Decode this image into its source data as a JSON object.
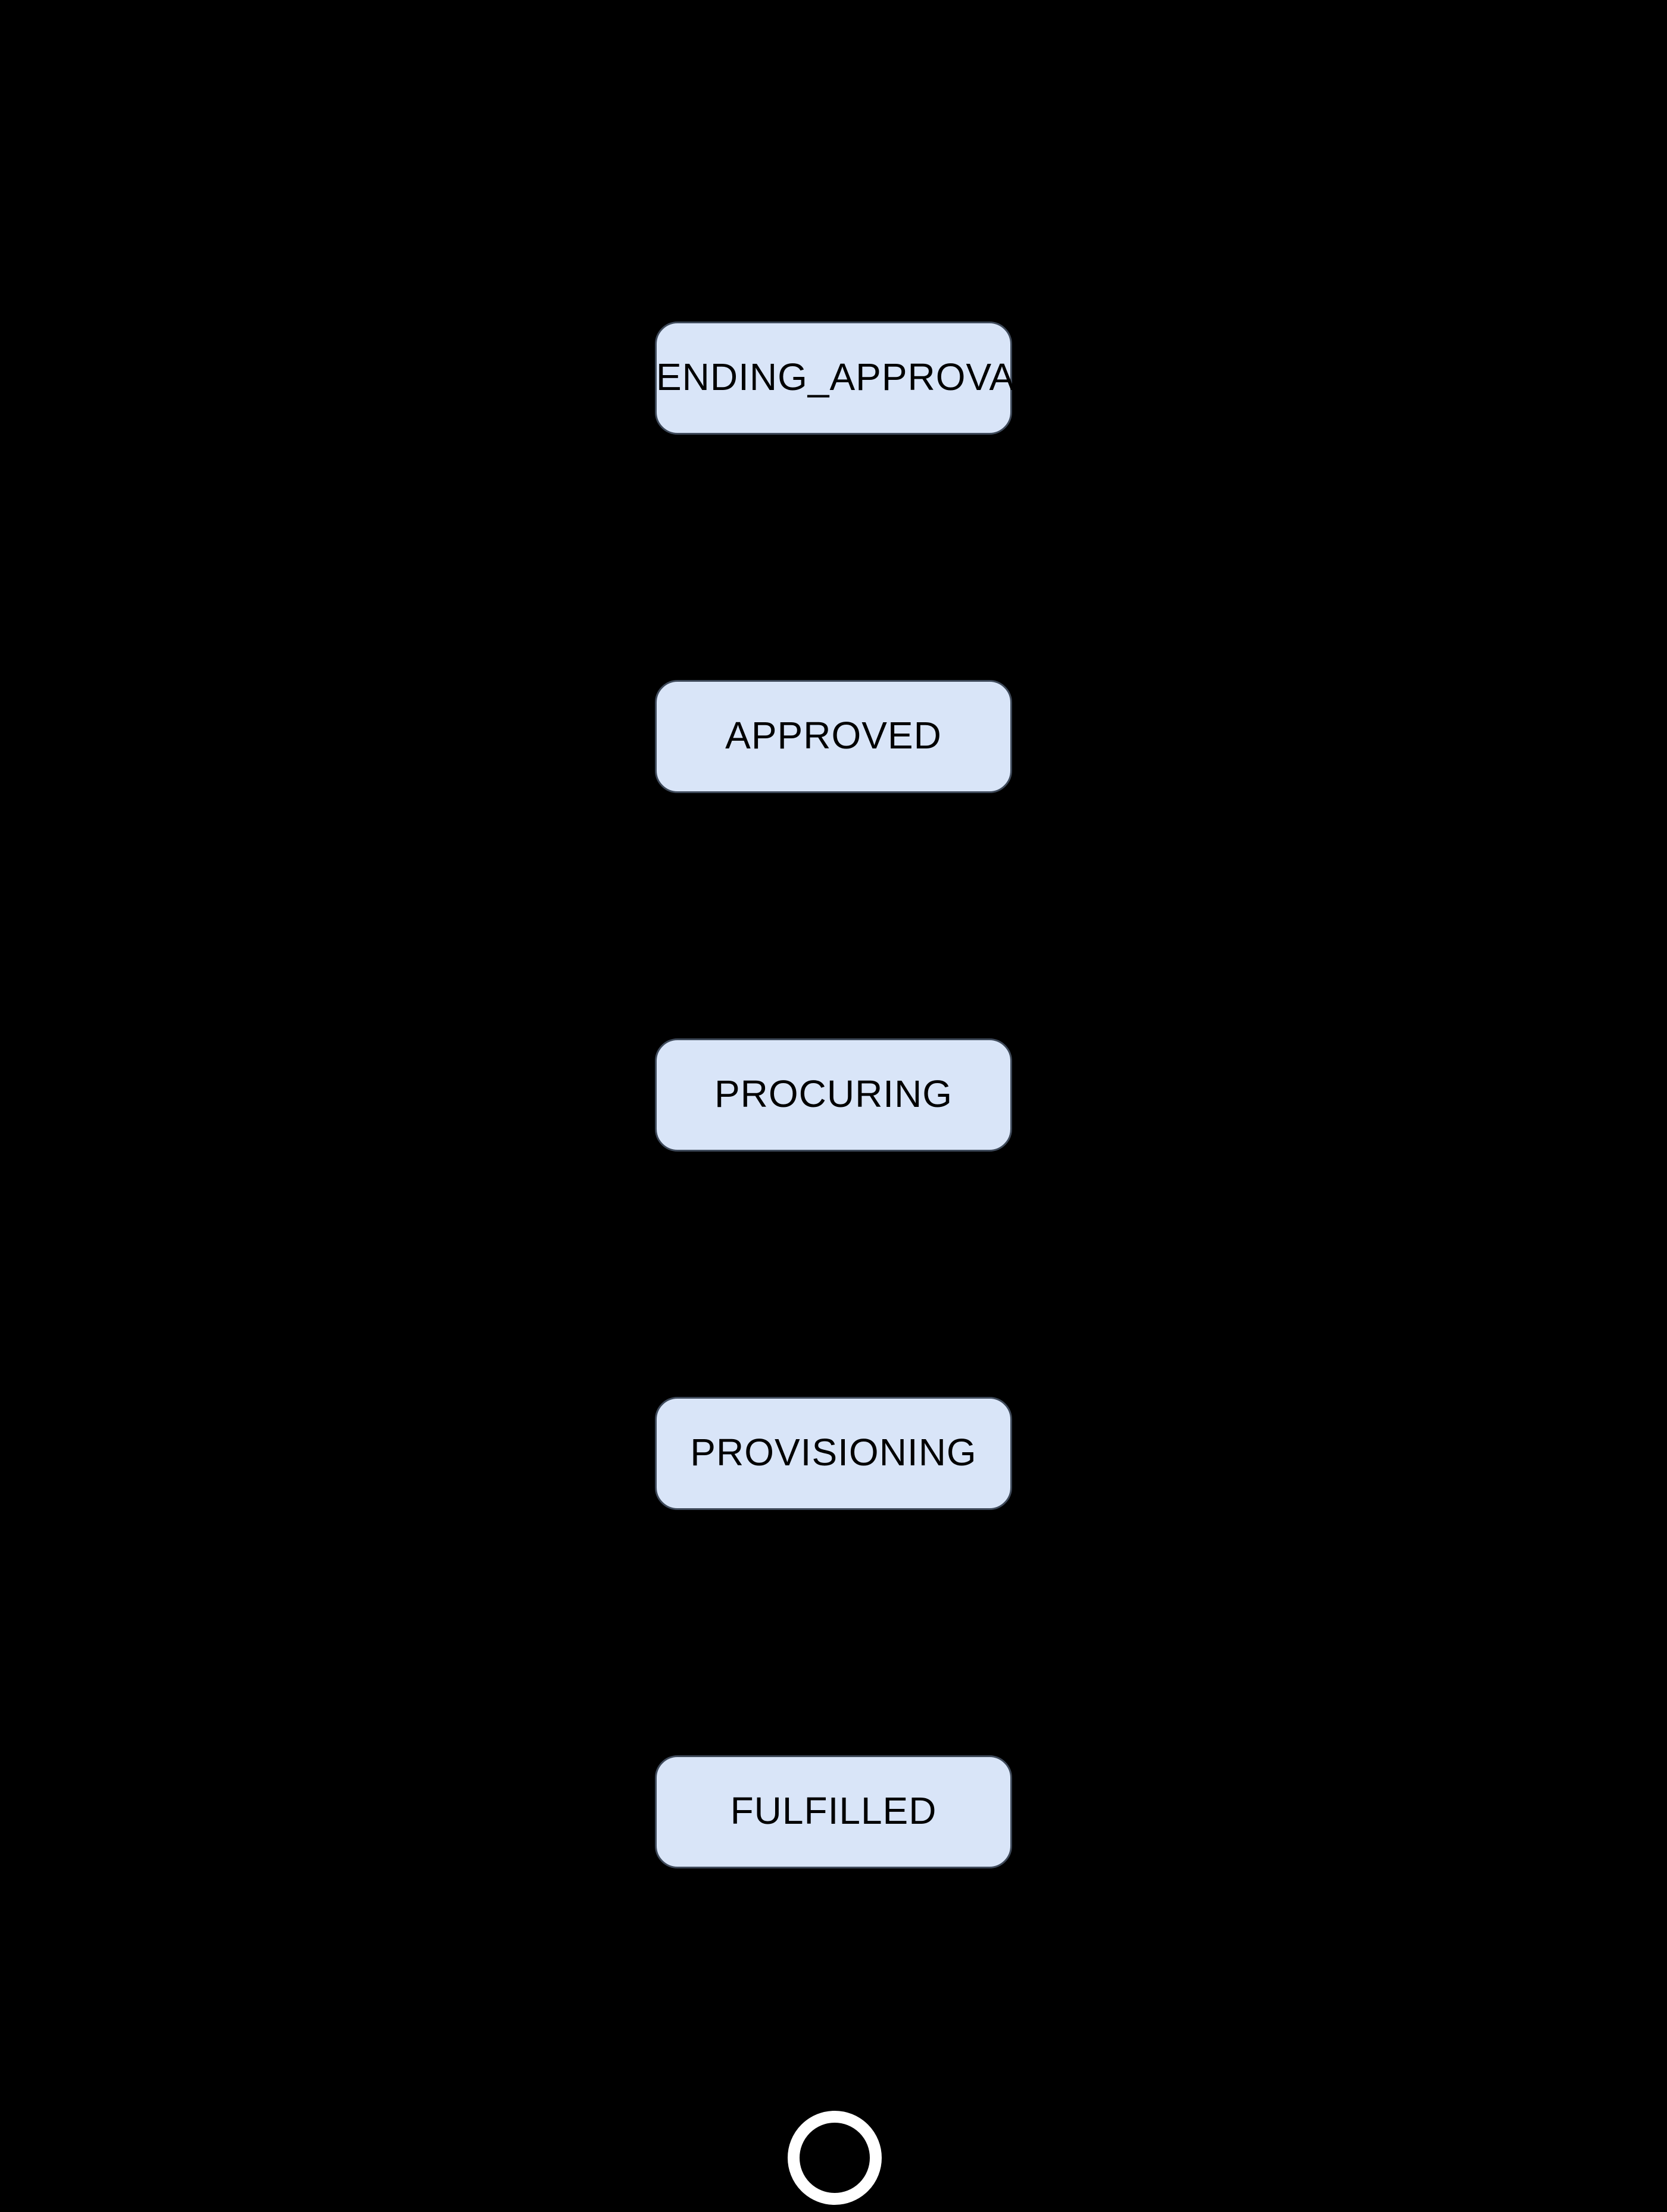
{
  "diagram": {
    "type": "state-flow",
    "orientation": "vertical",
    "colors": {
      "background": "#000000",
      "node_fill": "#d9e5f8",
      "node_border": "#3f4a5a",
      "node_text": "#000000",
      "final_ring": "#ffffff"
    },
    "states": [
      {
        "id": "pending_approval",
        "label": "PENDING_APPROVAL"
      },
      {
        "id": "approved",
        "label": "APPROVED"
      },
      {
        "id": "procuring",
        "label": "PROCURING"
      },
      {
        "id": "provisioning",
        "label": "PROVISIONING"
      },
      {
        "id": "fulfilled",
        "label": "FULFILLED"
      }
    ],
    "end_marker": "final-state-ring"
  }
}
